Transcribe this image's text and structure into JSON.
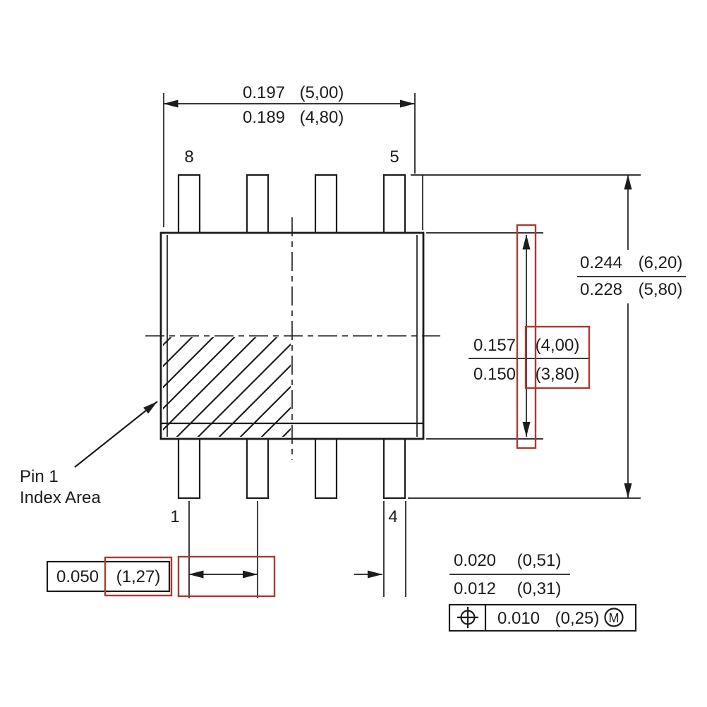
{
  "pins": {
    "top_left": "8",
    "top_right": "5",
    "bottom_left": "1",
    "bottom_right": "4"
  },
  "note": {
    "line1": "Pin 1",
    "line2": "Index Area"
  },
  "dims": {
    "body_width": {
      "max_in": "0.197",
      "max_mm": "(5,00)",
      "min_in": "0.189",
      "min_mm": "(4,80)"
    },
    "lead_span": {
      "max_in": "0.244",
      "max_mm": "(6,20)",
      "min_in": "0.228",
      "min_mm": "(5,80)"
    },
    "body_length": {
      "max_in": "0.157",
      "max_mm": "(4,00)",
      "min_in": "0.150",
      "min_mm": "(3,80)"
    },
    "pitch": {
      "in": "0.050",
      "mm": "(1,27)"
    },
    "lead_width": {
      "max_in": "0.020",
      "max_mm": "(0,51)",
      "min_in": "0.012",
      "min_mm": "(0,31)"
    }
  },
  "tol": {
    "symbol": "true-position",
    "value_in": "0.010",
    "value_mm": "(0,25)",
    "modifier": "M"
  },
  "colors": {
    "line": "#1c1c1c",
    "highlight": "#a93a32",
    "background": "#ffffff"
  }
}
